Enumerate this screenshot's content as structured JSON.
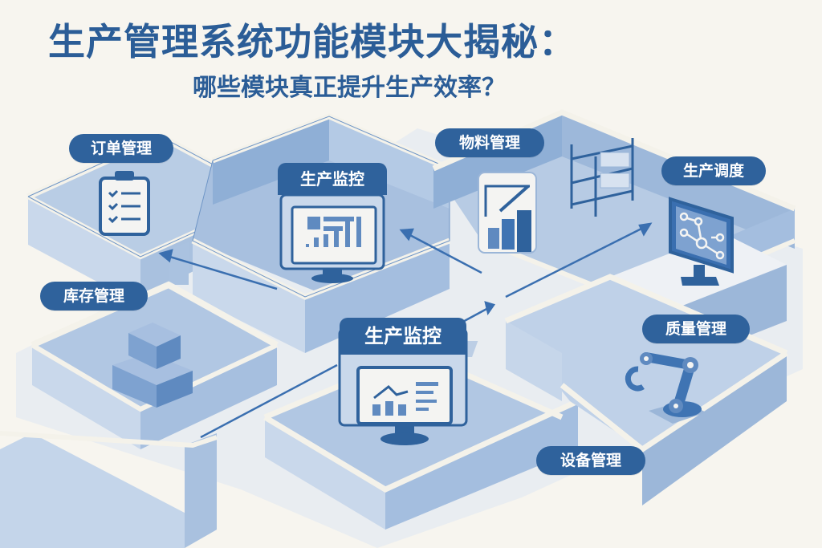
{
  "header": {
    "title": "生产管理系统功能模块大揭秘：",
    "subtitle": "哪些模块真正提升生产效率？"
  },
  "modules": [
    {
      "id": "order",
      "label": "订单管理",
      "icon": "clipboard-checklist-icon"
    },
    {
      "id": "monitor-top",
      "label": "生产监控",
      "icon": "monitor-dashboard-icon"
    },
    {
      "id": "material",
      "label": "物料管理",
      "icon": "bar-chart-shelf-icon"
    },
    {
      "id": "schedule",
      "label": "生产调度",
      "icon": "monitor-network-icon"
    },
    {
      "id": "inventory",
      "label": "库存管理",
      "icon": "stacked-boxes-icon"
    },
    {
      "id": "monitor-center",
      "label": "生产监控",
      "icon": "monitor-line-chart-icon"
    },
    {
      "id": "quality",
      "label": "质量管理",
      "icon": "robot-arm-icon"
    },
    {
      "id": "equipment",
      "label": "设备管理",
      "icon": "robot-arm-icon"
    }
  ],
  "colors": {
    "background": "#f7f5ef",
    "title": "#2b5d97",
    "pill": "#2f629c",
    "wall_top": "#f4f2ea",
    "wall_side_light": "#c6d6ea",
    "wall_side_dark": "#9bb6d8",
    "floor": "#b7cbe4",
    "accent_line": "#3a6fb0"
  }
}
